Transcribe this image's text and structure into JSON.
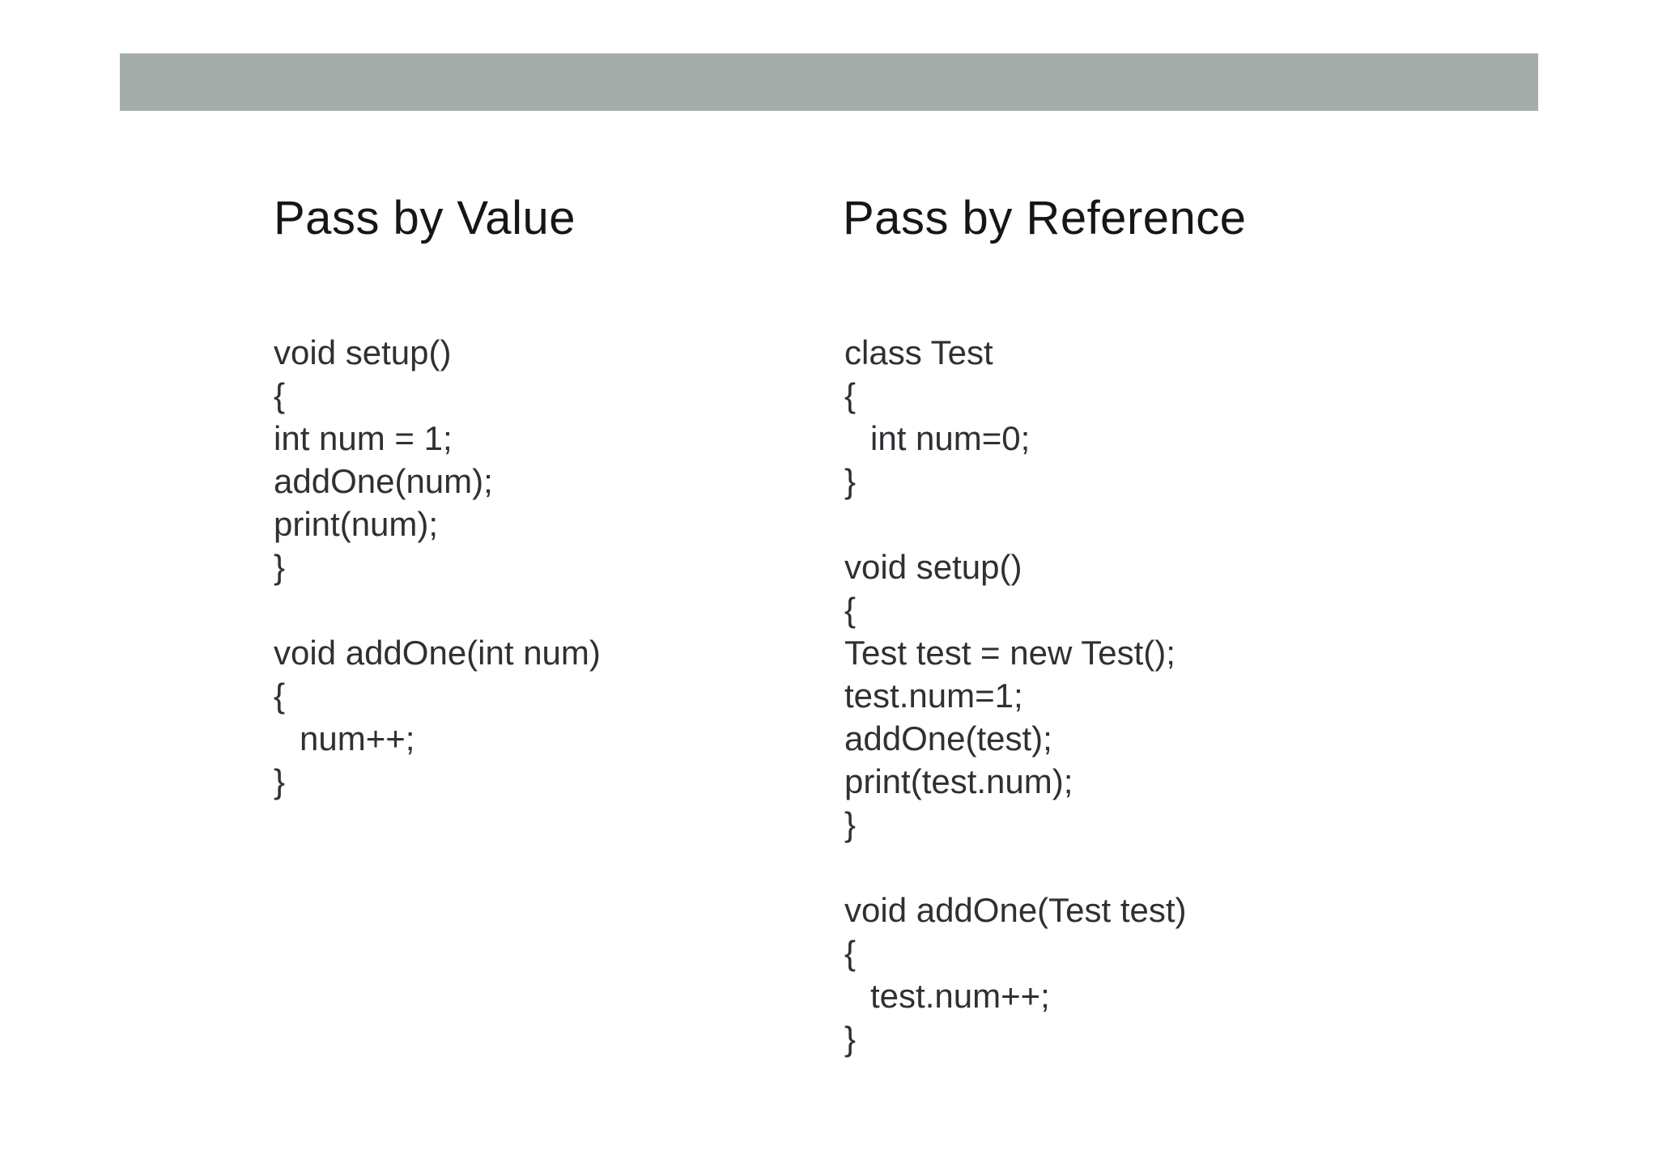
{
  "slide": {
    "background_color": "#ffffff",
    "top_bar_color": "#a5adaa",
    "heading_color": "#161616",
    "code_color": "#2e3034"
  },
  "columns": [
    {
      "heading": "Pass by Value",
      "code_lines": [
        {
          "text": "void setup()",
          "indent": false
        },
        {
          "text": "{",
          "indent": false
        },
        {
          "text": "int num = 1;",
          "indent": false
        },
        {
          "text": "addOne(num);",
          "indent": false
        },
        {
          "text": "print(num);",
          "indent": false
        },
        {
          "text": "}",
          "indent": false
        },
        {
          "text": "",
          "indent": false
        },
        {
          "text": "void addOne(int num)",
          "indent": false
        },
        {
          "text": "{",
          "indent": false
        },
        {
          "text": "num++;",
          "indent": true
        },
        {
          "text": "}",
          "indent": false
        }
      ]
    },
    {
      "heading": "Pass by Reference",
      "code_lines": [
        {
          "text": "class Test",
          "indent": false
        },
        {
          "text": "{",
          "indent": false
        },
        {
          "text": "int num=0;",
          "indent": true
        },
        {
          "text": "}",
          "indent": false
        },
        {
          "text": "",
          "indent": false
        },
        {
          "text": "void setup()",
          "indent": false
        },
        {
          "text": "{",
          "indent": false
        },
        {
          "text": "Test test = new Test();",
          "indent": false
        },
        {
          "text": "test.num=1;",
          "indent": false
        },
        {
          "text": "addOne(test);",
          "indent": false
        },
        {
          "text": "print(test.num);",
          "indent": false
        },
        {
          "text": "}",
          "indent": false
        },
        {
          "text": "",
          "indent": false
        },
        {
          "text": "void addOne(Test test)",
          "indent": false
        },
        {
          "text": "{",
          "indent": false
        },
        {
          "text": "test.num++;",
          "indent": true
        },
        {
          "text": "}",
          "indent": false
        }
      ]
    }
  ]
}
